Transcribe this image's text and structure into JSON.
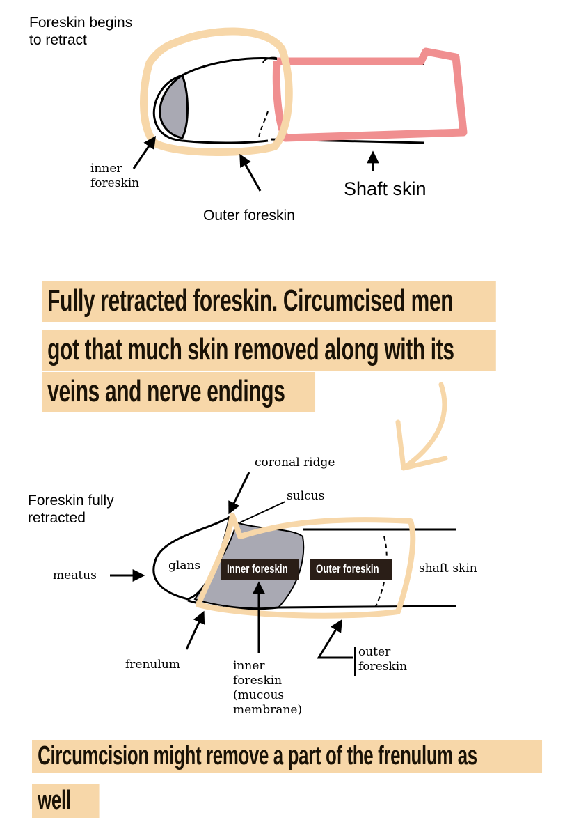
{
  "top_diagram": {
    "title_line1": "Foreskin begins",
    "title_line2": "to retract",
    "inner_foreskin_line1": "inner",
    "inner_foreskin_line2": "foreskin",
    "outer_foreskin": "Outer foreskin",
    "shaft_skin": "Shaft skin"
  },
  "caption_top": {
    "line1": "Fully retracted foreskin. Circumcised men",
    "line2": "got that much skin removed along with its",
    "line3": "veins and nerve endings"
  },
  "bottom_diagram": {
    "title_line1": "Foreskin fully",
    "title_line2": "retracted",
    "coronal_ridge": "coronal ridge",
    "sulcus": "sulcus",
    "meatus": "meatus",
    "glans": "glans",
    "inner_foreskin_tag": "Inner foreskin",
    "outer_foreskin_tag": "Outer foreskin",
    "shaft_skin": "shaft skin",
    "frenulum": "frenulum",
    "inner_foreskin_desc_line1": "inner",
    "inner_foreskin_desc_line2": "foreskin",
    "inner_foreskin_desc_line3": "(mucous",
    "inner_foreskin_desc_line4": "membrane)",
    "outer_foreskin_line1": "outer",
    "outer_foreskin_line2": "foreskin"
  },
  "caption_bottom": {
    "line1": "Circumcision might remove a part of the frenulum as",
    "line2": "well"
  },
  "colors": {
    "highlight_beige": "#f7d7a9",
    "shaft_pink": "#f08f90",
    "tag_dark": "#2a1e17",
    "glans_grey": "#a9a9b3"
  }
}
